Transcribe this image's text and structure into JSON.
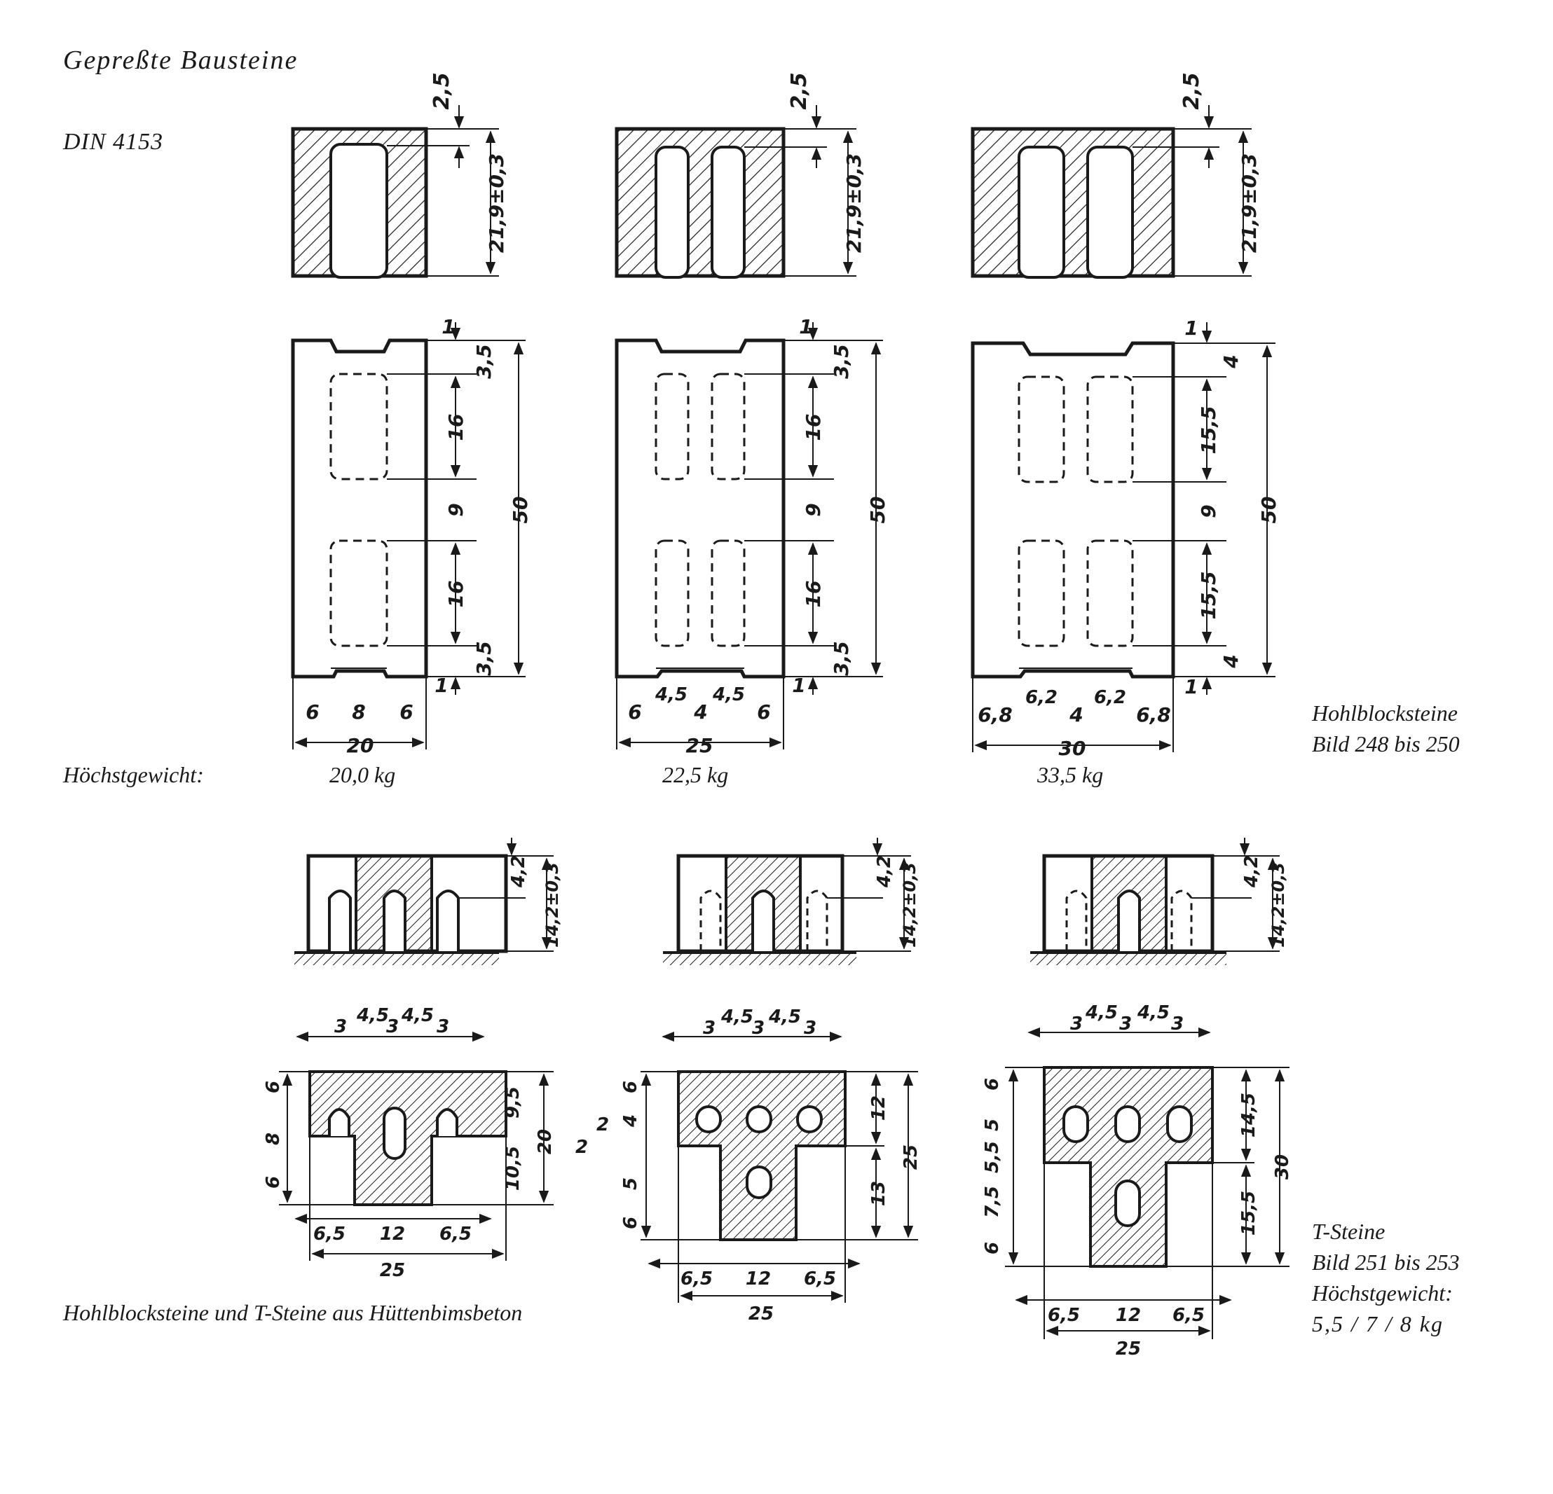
{
  "title": "Gepreßte Bausteine",
  "standard": "DIN 4153",
  "max_weight_label": "Höchstgewicht:",
  "hohlblock": {
    "caption_line1": "Hohlblocksteine",
    "caption_line2": "Bild 248 bis 250",
    "stones": [
      {
        "width": "20",
        "weight": "20,0 kg",
        "top_dims": [
          "2,5",
          "21,9±0,3"
        ],
        "side_dims": [
          "1",
          "3,5",
          "16",
          "9",
          "16",
          "3,5",
          "1",
          "50"
        ],
        "bottom_dims": [
          "6",
          "8",
          "6"
        ]
      },
      {
        "width": "25",
        "weight": "22,5 kg",
        "top_dims": [
          "2,5",
          "21,9±0,3"
        ],
        "side_dims": [
          "1",
          "3,5",
          "16",
          "9",
          "16",
          "3,5",
          "1",
          "50"
        ],
        "bottom_dims": [
          "6",
          "4,5",
          "4",
          "4,5",
          "6"
        ]
      },
      {
        "width": "30",
        "weight": "33,5 kg",
        "top_dims": [
          "2,5",
          "21,9±0,3"
        ],
        "side_dims": [
          "1",
          "4",
          "15,5",
          "9",
          "15,5",
          "4",
          "1",
          "50"
        ],
        "bottom_dims": [
          "6,8",
          "6,2",
          "4",
          "6,2",
          "6,8"
        ]
      }
    ]
  },
  "tsteine": {
    "caption_line1": "T-Steine",
    "caption_line2": "Bild 251 bis 253",
    "caption_line3": "Höchstgewicht:",
    "caption_line4": "5,5 / 7 / 8 kg",
    "elevation_dims": [
      "4,2",
      "14,2±0,3"
    ],
    "top_dims": [
      "3",
      "4,5",
      "3",
      "4,5",
      "3"
    ],
    "bottom_dims": [
      "6,5",
      "12",
      "6,5",
      "25"
    ],
    "stones": [
      {
        "left_dims": [
          "6",
          "8",
          "6"
        ],
        "right_dims": [
          "9,5",
          "10,5",
          "20"
        ]
      },
      {
        "left_dims": [
          "6",
          "4",
          "2",
          "2",
          "5",
          "6"
        ],
        "right_dims": [
          "12",
          "13",
          "25"
        ]
      },
      {
        "left_dims": [
          "6",
          "5",
          "5,5",
          "7,5",
          "6"
        ],
        "right_dims": [
          "14,5",
          "15,5",
          "30"
        ]
      }
    ]
  },
  "footer": "Hohlblocksteine und T-Steine aus Hüttenbimsbeton"
}
